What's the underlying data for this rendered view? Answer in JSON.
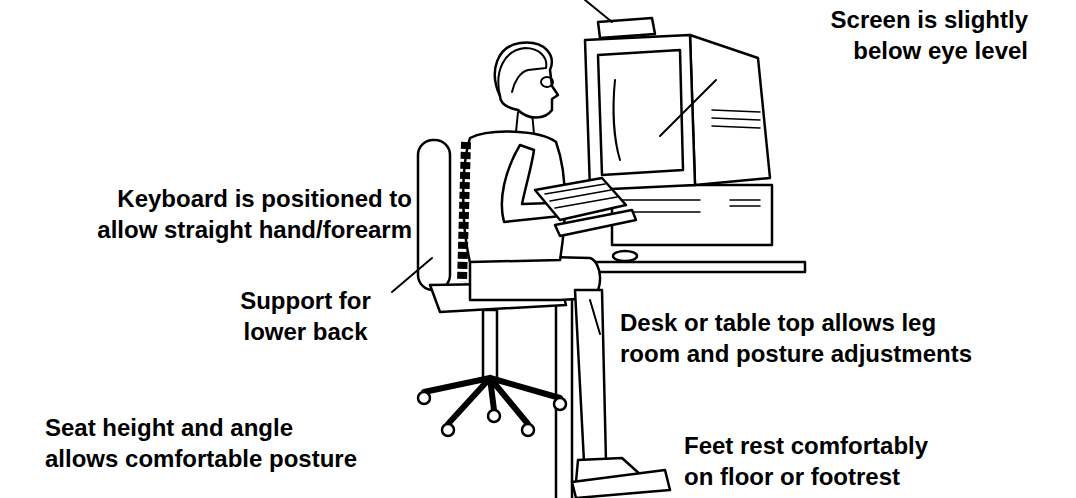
{
  "diagram": {
    "labels": [
      "Screen is slightly below eye level",
      "Keyboard is positioned to allow straight hand/forearm",
      "Support for lower back",
      "Desk or table top allows leg room and posture adjustments",
      "Seat height and angle allows comfortable posture",
      "Feet rest comfortably on floor or footrest"
    ]
  }
}
